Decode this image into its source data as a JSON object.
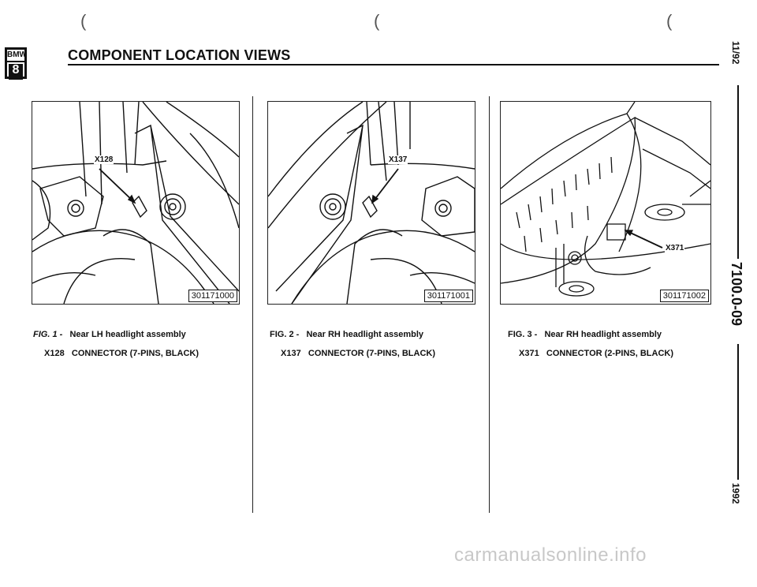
{
  "header": {
    "logo_top": "BMW",
    "logo_bottom": "8",
    "title": "COMPONENT LOCATION VIEWS"
  },
  "sidebar": {
    "date": "11/92",
    "page_code": "7100.0-09",
    "year": "1992"
  },
  "figures": [
    {
      "code": "301171000",
      "callout": "X128",
      "fig_label": "FIG. 1 -",
      "location": "Near LH headlight assembly",
      "connector_id": "X128",
      "connector_desc": "CONNECTOR (7-PINS, BLACK)"
    },
    {
      "code": "301171001",
      "callout": "X137",
      "fig_label": "FIG. 2 -",
      "location": "Near RH headlight assembly",
      "connector_id": "X137",
      "connector_desc": "CONNECTOR (7-PINS, BLACK)"
    },
    {
      "code": "301171002",
      "callout": "X371",
      "fig_label": "FIG. 3 -",
      "location": "Near RH headlight assembly",
      "connector_id": "X371",
      "connector_desc": "CONNECTOR (2-PINS, BLACK)"
    }
  ],
  "watermark": "carmanualsonline.info"
}
